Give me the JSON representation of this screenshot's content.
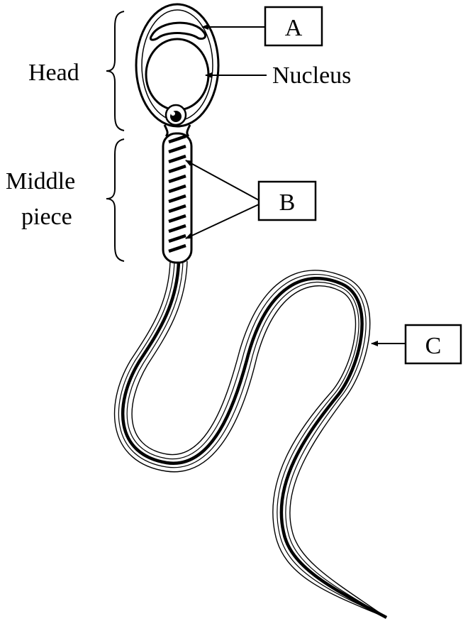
{
  "regions": {
    "head": "Head",
    "middle_line1": "Middle",
    "middle_line2": "piece"
  },
  "labels": {
    "nucleus": "Nucleus",
    "a": "A",
    "b": "B",
    "c": "C"
  },
  "colors": {
    "ink": "#000000",
    "background": "#ffffff"
  }
}
